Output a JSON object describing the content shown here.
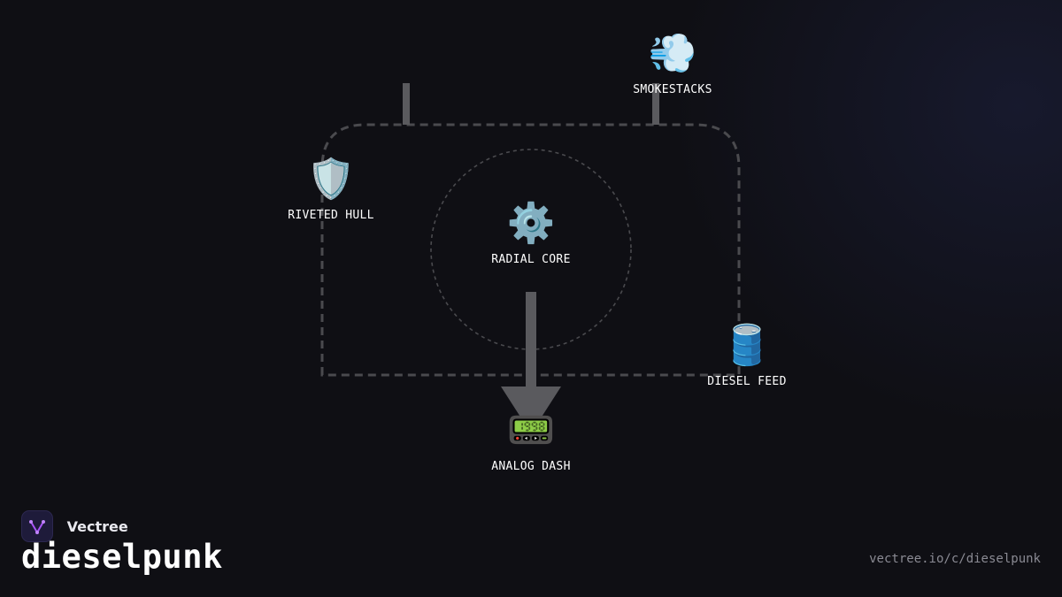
{
  "nodes": {
    "center": {
      "label": "RADIAL CORE",
      "emoji": "⚙️",
      "icon": "gear-icon"
    },
    "top_right": {
      "label": "SMOKESTACKS",
      "emoji": "💨",
      "icon": "dash-wind-icon"
    },
    "left": {
      "label": "RIVETED HULL",
      "emoji": "🛡️",
      "icon": "shield-icon"
    },
    "right": {
      "label": "DIESEL FEED",
      "emoji": "🛢️",
      "icon": "oil-drum-icon"
    },
    "bottom": {
      "label": "ANALOG DASH",
      "emoji": "📟",
      "icon": "pager-icon"
    }
  },
  "brand": {
    "name": "Vectree"
  },
  "title": "dieselpunk",
  "url": "vectree.io/c/dieselpunk",
  "colors": {
    "background": "#0f0f14",
    "connector": "#5a5a5e",
    "dashed_border": "#4a4a4e",
    "text": "#ffffff",
    "url_text": "#8a8a93"
  }
}
